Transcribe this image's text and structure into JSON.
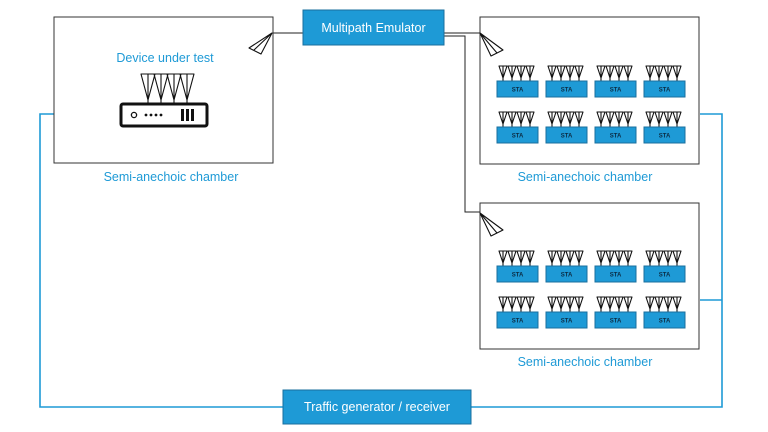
{
  "nodes": {
    "multipath_emulator": "Multipath Emulator",
    "device_under_test": "Device under test",
    "traffic_generator": "Traffic generator / receiver"
  },
  "chambers": {
    "dut_label": "Semi-anechoic chamber",
    "sta_top_label": "Semi-anechoic chamber",
    "sta_bottom_label": "Semi-anechoic chamber"
  },
  "sta_label": "STA",
  "colors": {
    "accent": "#1e9ad6",
    "line": "#222222"
  }
}
